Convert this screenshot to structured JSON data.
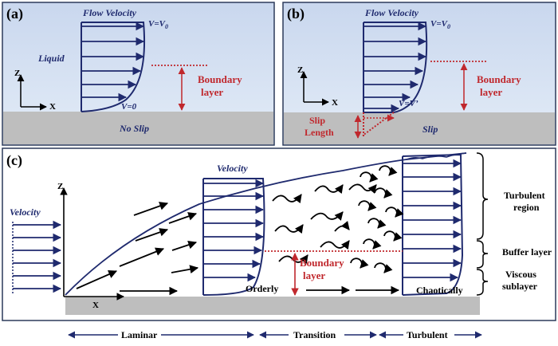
{
  "panel_a": {
    "tag": "(a)",
    "title": "Flow Velocity",
    "v_top": "V=V",
    "v_top_sub": "0",
    "liquid": "Liquid",
    "v_zero": "V=0",
    "boundary_1": "Boundary",
    "boundary_2": "layer",
    "axis_z": "Z",
    "axis_x": "X",
    "no_slip": "No Slip"
  },
  "panel_b": {
    "tag": "(b)",
    "title": "Flow Velocity",
    "v_top": "V=V",
    "v_top_sub": "0",
    "v_wall": "V=V’",
    "boundary_1": "Boundary",
    "boundary_2": "layer",
    "axis_z": "Z",
    "axis_x": "X",
    "slip_len_1": "Slip",
    "slip_len_2": "Length",
    "slip": "Slip"
  },
  "panel_c": {
    "tag": "(c)",
    "velocity_left": "Velocity",
    "velocity_profile": "Velocity",
    "axis_z": "Z",
    "axis_x": "X",
    "boundary_1": "Boundary",
    "boundary_2": "layer",
    "orderly": "Orderly",
    "chaotically": "Chaotically",
    "turbulent_region_1": "Turbulent",
    "turbulent_region_2": "region",
    "buffer_layer": "Buffer layer",
    "viscous_1": "Viscous",
    "viscous_2": "sublayer"
  },
  "regimes": {
    "laminar": "Laminar",
    "transition": "Transition",
    "turbulent": "Turbulent"
  },
  "colors": {
    "liquid_top": "#cfdcef",
    "liquid_bottom": "#dfe9f5",
    "wall": "#bebebe",
    "navy": "#1f2a6e",
    "red": "#c0282d",
    "frame": "#2c3a5a"
  }
}
